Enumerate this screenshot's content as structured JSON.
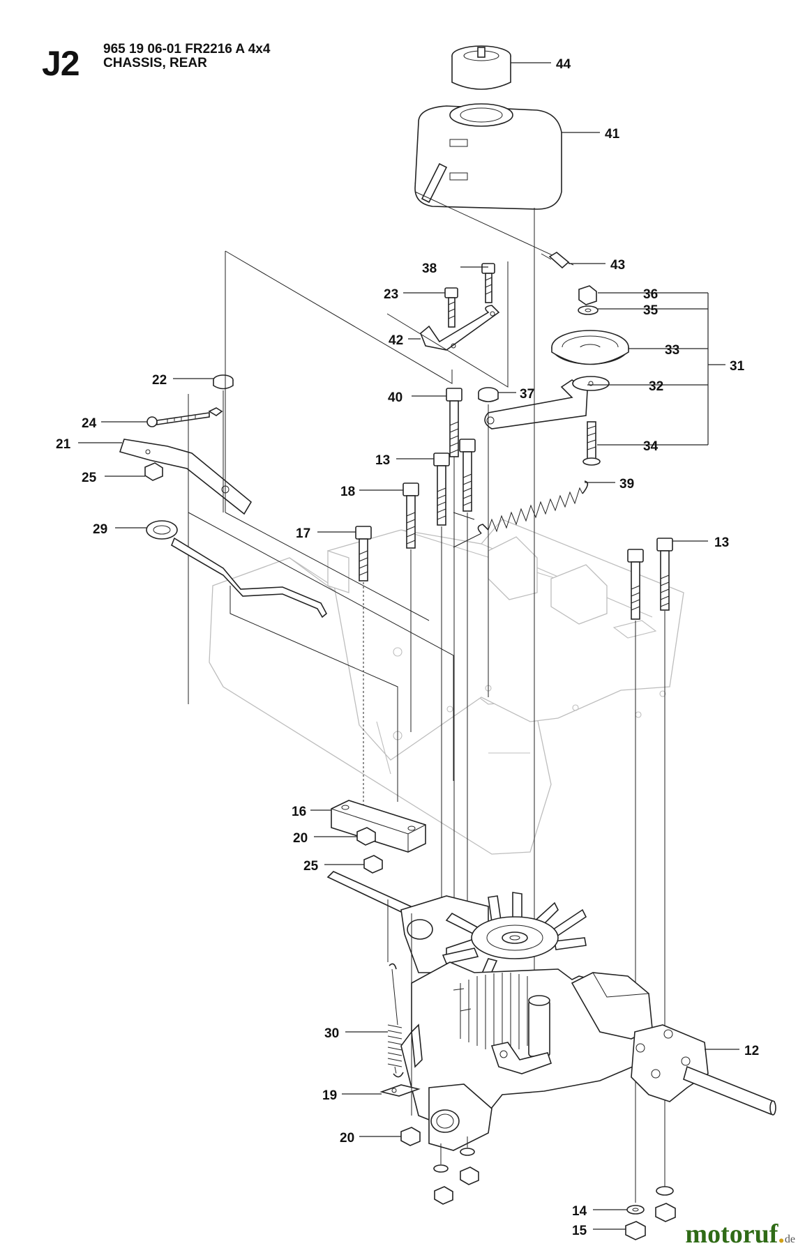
{
  "header": {
    "section_code": "J2",
    "line1": "965 19 06-01 FR2216 A 4x4",
    "line2": "CHASSIS, REAR"
  },
  "watermark": {
    "brand": "motoruf",
    "dot": ".",
    "tld": "de"
  },
  "callouts": [
    {
      "id": "44",
      "label": "44"
    },
    {
      "id": "41",
      "label": "41"
    },
    {
      "id": "43",
      "label": "43"
    },
    {
      "id": "38",
      "label": "38"
    },
    {
      "id": "23",
      "label": "23"
    },
    {
      "id": "42",
      "label": "42"
    },
    {
      "id": "36",
      "label": "36"
    },
    {
      "id": "35",
      "label": "35"
    },
    {
      "id": "33",
      "label": "33"
    },
    {
      "id": "31",
      "label": "31"
    },
    {
      "id": "32",
      "label": "32"
    },
    {
      "id": "22",
      "label": "22"
    },
    {
      "id": "37",
      "label": "37"
    },
    {
      "id": "40",
      "label": "40"
    },
    {
      "id": "24",
      "label": "24"
    },
    {
      "id": "21",
      "label": "21"
    },
    {
      "id": "34",
      "label": "34"
    },
    {
      "id": "13a",
      "label": "13"
    },
    {
      "id": "25a",
      "label": "25"
    },
    {
      "id": "39",
      "label": "39"
    },
    {
      "id": "18",
      "label": "18"
    },
    {
      "id": "29",
      "label": "29"
    },
    {
      "id": "17",
      "label": "17"
    },
    {
      "id": "13b",
      "label": "13"
    },
    {
      "id": "16",
      "label": "16"
    },
    {
      "id": "20a",
      "label": "20"
    },
    {
      "id": "25b",
      "label": "25"
    },
    {
      "id": "30",
      "label": "30"
    },
    {
      "id": "12",
      "label": "12"
    },
    {
      "id": "19",
      "label": "19"
    },
    {
      "id": "20b",
      "label": "20"
    },
    {
      "id": "14",
      "label": "14"
    },
    {
      "id": "15",
      "label": "15"
    }
  ],
  "colors": {
    "ink": "#222222",
    "ghost": "#bdbdbd",
    "brand_green": "#2f6b16",
    "brand_gold": "#d0a017"
  }
}
